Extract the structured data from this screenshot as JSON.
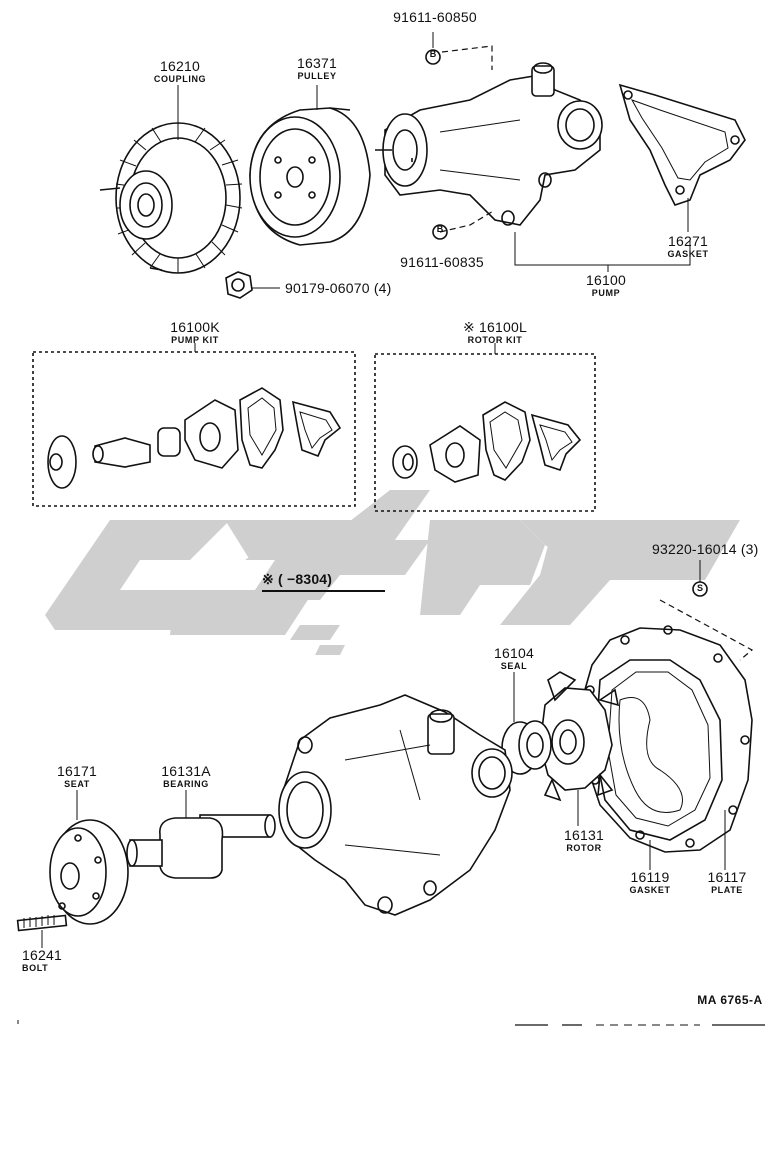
{
  "parts": {
    "coupling": {
      "number": "16210",
      "name": "COUPLING"
    },
    "pulley": {
      "number": "16371",
      "name": "PULLEY"
    },
    "bolt_top": {
      "number": "91611-60850"
    },
    "bolt_mid": {
      "number": "91611-60835"
    },
    "nut": {
      "number": "90179-06070 (4)"
    },
    "gasket_top": {
      "number": "16271",
      "name": "GASKET"
    },
    "pump": {
      "number": "16100",
      "name": "PUMP"
    },
    "pump_kit": {
      "number": "16100K",
      "name": "PUMP KIT"
    },
    "rotor_kit": {
      "number": "※ 16100L",
      "name": "ROTOR KIT"
    },
    "screw": {
      "number": "93220-16014 (3)"
    },
    "seal": {
      "number": "16104",
      "name": "SEAL"
    },
    "seat": {
      "number": "16171",
      "name": "SEAT"
    },
    "bearing": {
      "number": "16131A",
      "name": "BEARING"
    },
    "rotor": {
      "number": "16131",
      "name": "ROTOR"
    },
    "gasket_bottom": {
      "number": "16119",
      "name": "GASKET"
    },
    "plate": {
      "number": "16117",
      "name": "PLATE"
    },
    "bolt_bottom": {
      "number": "16241",
      "name": "BOLT"
    }
  },
  "markers": {
    "b_top": "B",
    "b_mid": "B",
    "s": "S"
  },
  "note": "※ (      −8304)",
  "figure_id": "MA 6765-A",
  "icons": [
    "watermark-logo",
    "water-pump-drawing"
  ]
}
